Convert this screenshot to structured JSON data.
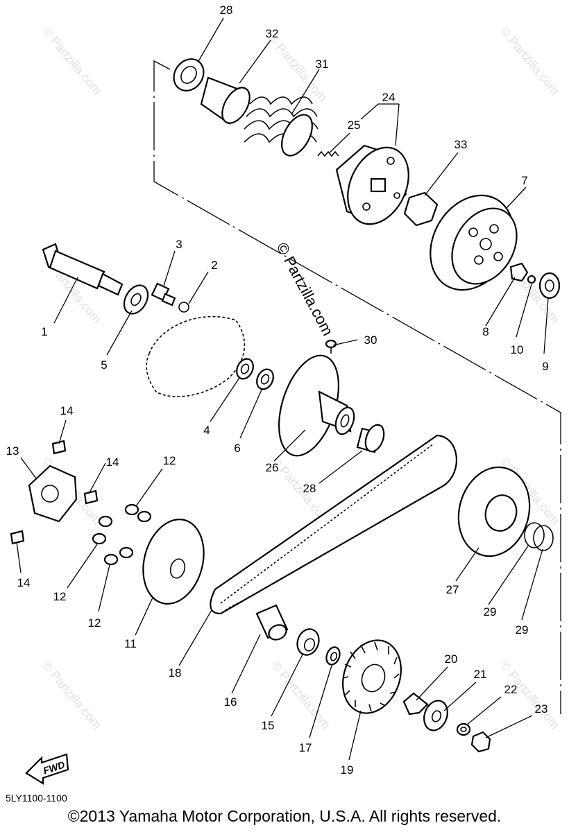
{
  "watermark": "© Partzilla.com",
  "diagram_code": "5LY1100-1100",
  "copyright": "©2013 Yamaha Motor Corporation, U.S.A. All rights reserved.",
  "fwd_label": "FWD",
  "callouts": {
    "p1": "1",
    "p2": "2",
    "p3": "3",
    "p4": "4",
    "p5": "5",
    "p6": "6",
    "p7": "7",
    "p8": "8",
    "p9": "9",
    "p10": "10",
    "p11": "11",
    "p12a": "12",
    "p12b": "12",
    "p12c": "12",
    "p13": "13",
    "p14a": "14",
    "p14b": "14",
    "p14c": "14",
    "p15": "15",
    "p16": "16",
    "p17": "17",
    "p18": "18",
    "p19": "19",
    "p20": "20",
    "p21": "21",
    "p22": "22",
    "p23": "23",
    "p24": "24",
    "p25": "25",
    "p26": "26",
    "p27": "27",
    "p28a": "28",
    "p28b": "28",
    "p29a": "29",
    "p29b": "29",
    "p30": "30",
    "p31": "31",
    "p32": "32",
    "p33": "33"
  }
}
